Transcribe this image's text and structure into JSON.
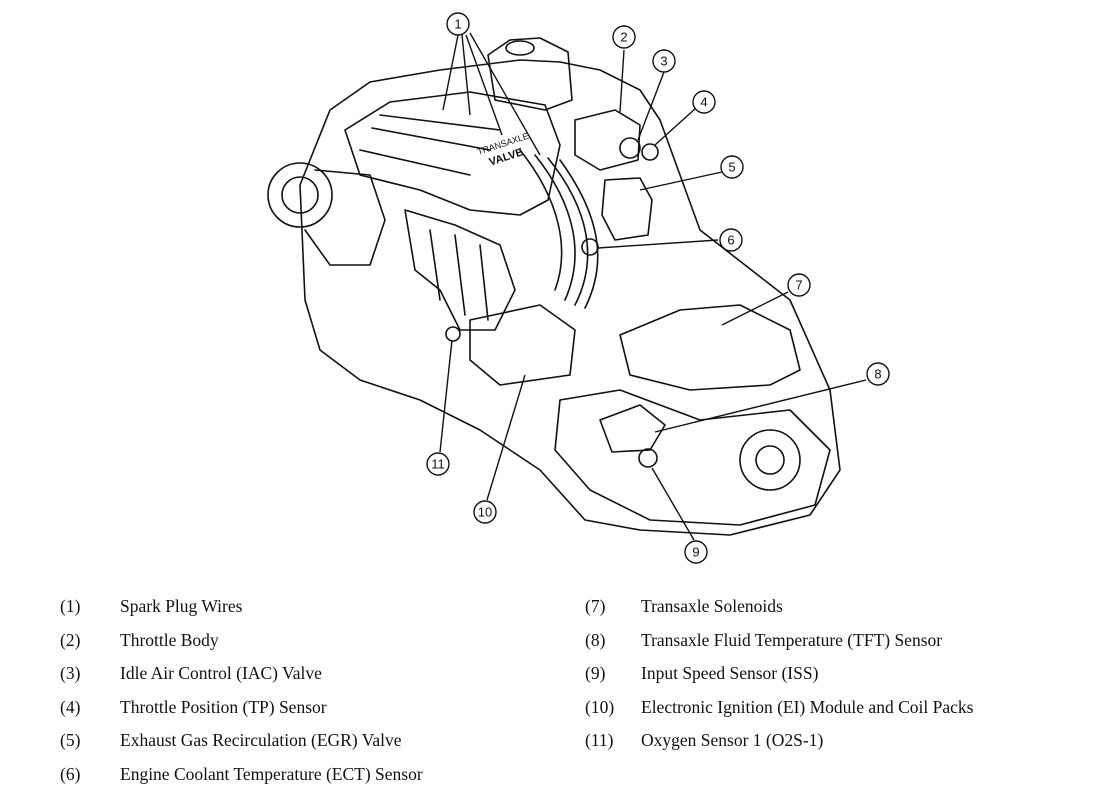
{
  "diagram": {
    "callouts": [
      "1",
      "2",
      "3",
      "4",
      "5",
      "6",
      "7",
      "8",
      "9",
      "10",
      "11"
    ],
    "cover_text": [
      "TRANSAXLE",
      "VALVE"
    ]
  },
  "legend": {
    "left": [
      {
        "num": "(1)",
        "label": "Spark Plug Wires"
      },
      {
        "num": "(2)",
        "label": "Throttle Body"
      },
      {
        "num": "(3)",
        "label": "Idle Air Control (IAC) Valve"
      },
      {
        "num": "(4)",
        "label": "Throttle Position (TP) Sensor"
      },
      {
        "num": "(5)",
        "label": "Exhaust Gas Recirculation (EGR) Valve"
      },
      {
        "num": "(6)",
        "label": "Engine Coolant Temperature (ECT) Sensor"
      }
    ],
    "right": [
      {
        "num": "(7)",
        "label": "Transaxle Solenoids"
      },
      {
        "num": "(8)",
        "label": "Transaxle Fluid Temperature (TFT) Sensor"
      },
      {
        "num": "(9)",
        "label": "Input Speed Sensor (ISS)"
      },
      {
        "num": "(10)",
        "label": "Electronic Ignition (EI) Module and Coil Packs"
      },
      {
        "num": "(11)",
        "label": "Oxygen Sensor 1 (O2S-1)"
      }
    ]
  }
}
